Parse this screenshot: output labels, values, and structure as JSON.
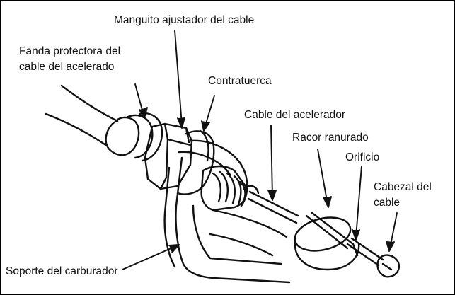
{
  "labels": {
    "adjuster_sleeve": "Manguito ajustador del cable",
    "cable_boot_line1": "Fanda protectora del",
    "cable_boot_line2": "cable del acelerado",
    "locknut": "Contratuerca",
    "throttle_cable": "Cable del acelerador",
    "slotted_fitting": "Racor ranurado",
    "hole": "Orificio",
    "cable_head_line1": "Cabezal del",
    "cable_head_line2": "cable",
    "carb_bracket": "Soporte del carburador"
  },
  "colors": {
    "ink": "#111111",
    "paper": "#ffffff"
  }
}
